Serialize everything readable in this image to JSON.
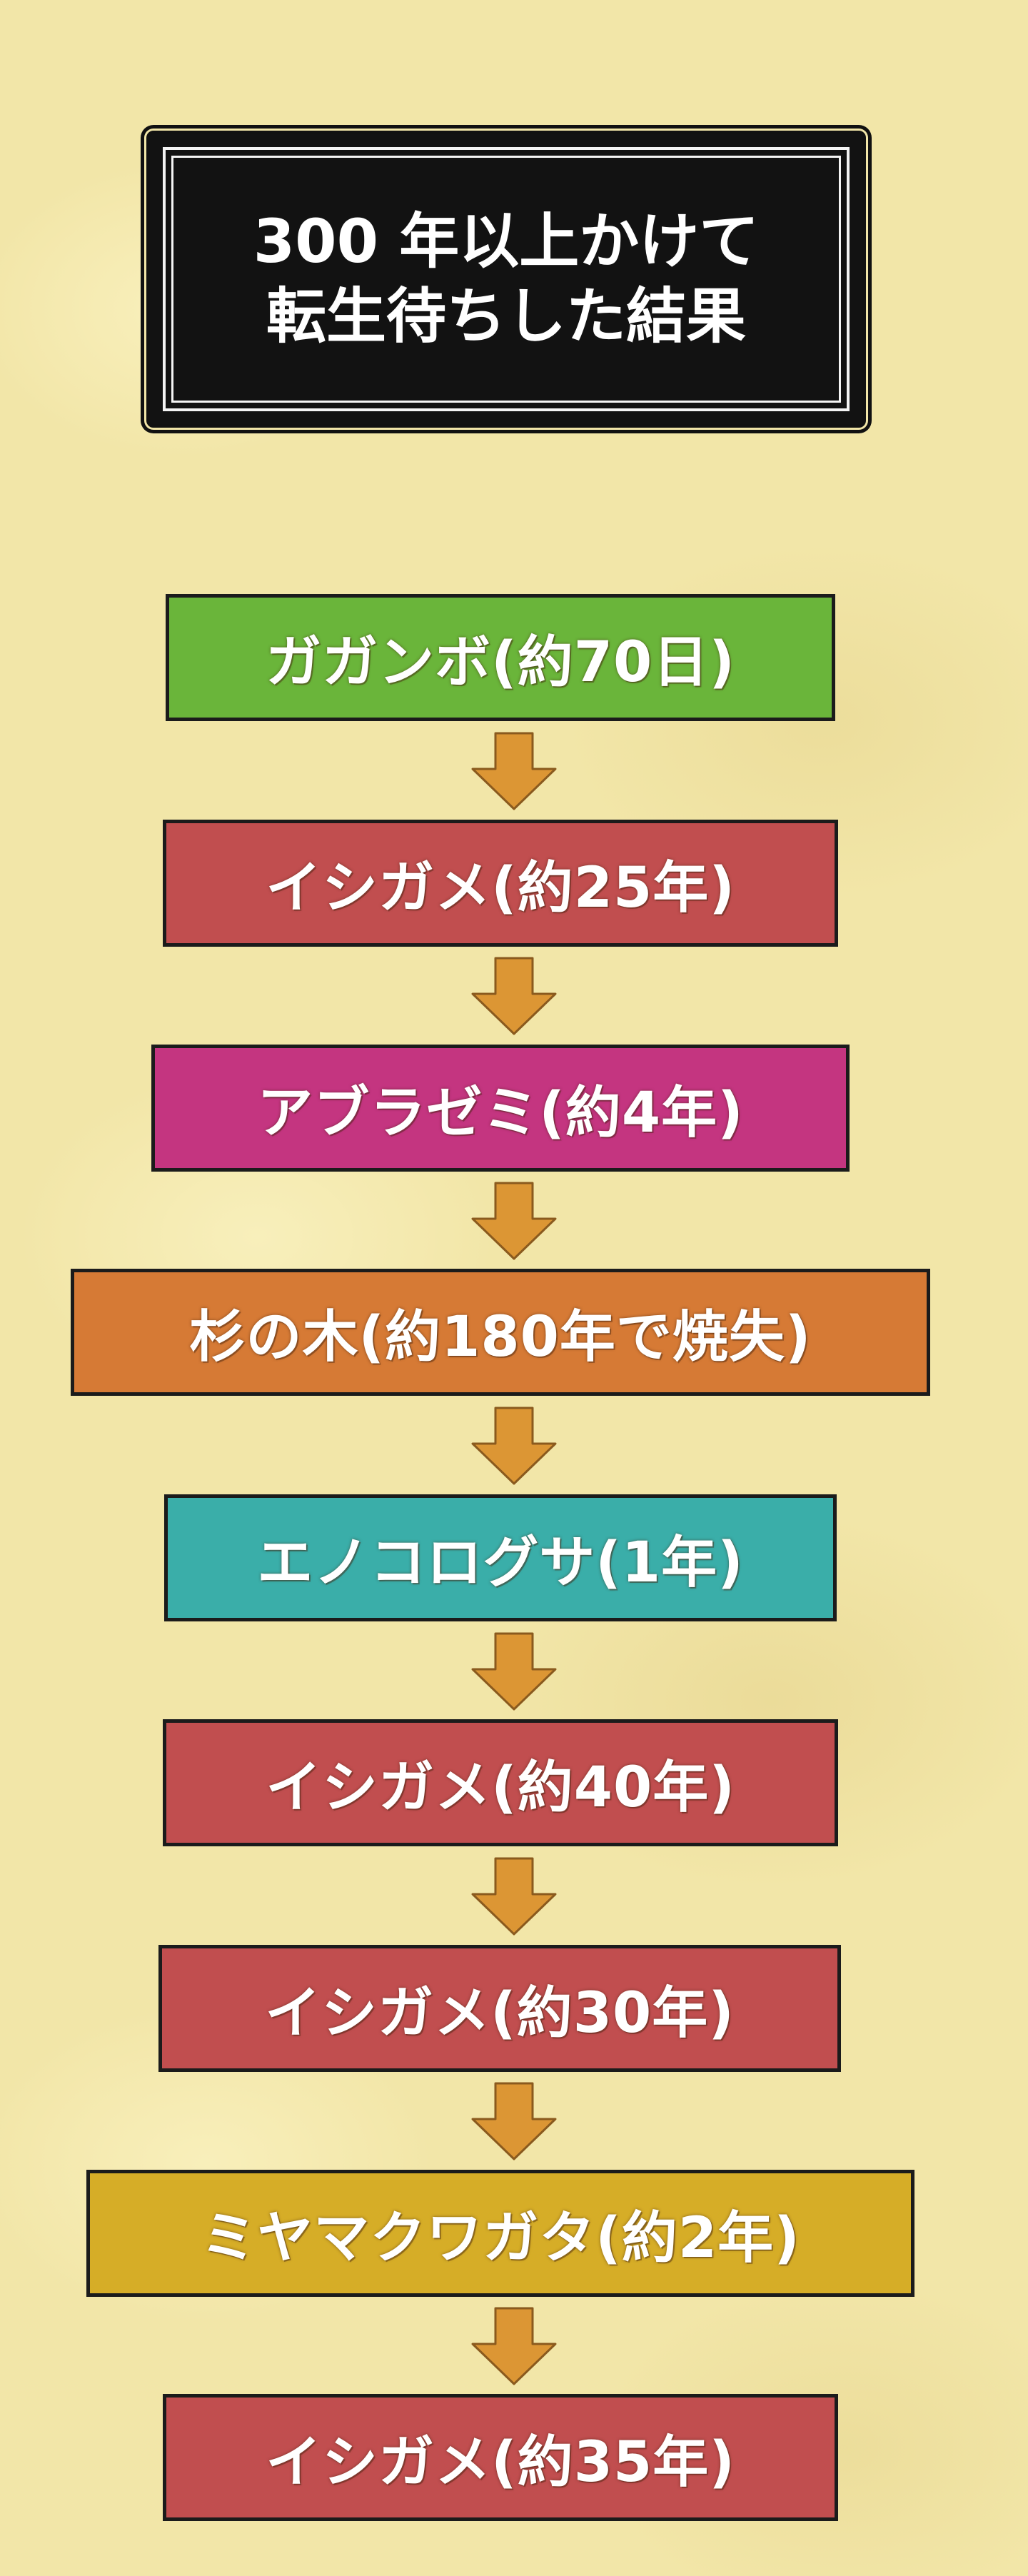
{
  "title": {
    "line1": "300 年以上かけて",
    "line2": "転生待ちした結果"
  },
  "nodes": [
    {
      "label": "ガガンボ(約70日)",
      "color": "#6ab53a"
    },
    {
      "label": "イシガメ(約25年)",
      "color": "#c14e4f"
    },
    {
      "label": "アブラゼミ(約4年)",
      "color": "#c43580"
    },
    {
      "label": "杉の木(約180年で焼失)",
      "color": "#d67a35"
    },
    {
      "label": "エノコログサ(1年)",
      "color": "#3aaea9"
    },
    {
      "label": "イシガメ(約40年)",
      "color": "#c14e4f"
    },
    {
      "label": "イシガメ(約30年)",
      "color": "#c14e4f"
    },
    {
      "label": "ミヤマクワガタ(約2年)",
      "color": "#d6ad27"
    },
    {
      "label": "イシガメ(約35年)",
      "color": "#c14e4f"
    }
  ],
  "colors": {
    "arrow": "#dc9634",
    "title_bg": "#121212",
    "background": "#f2e6a8"
  }
}
